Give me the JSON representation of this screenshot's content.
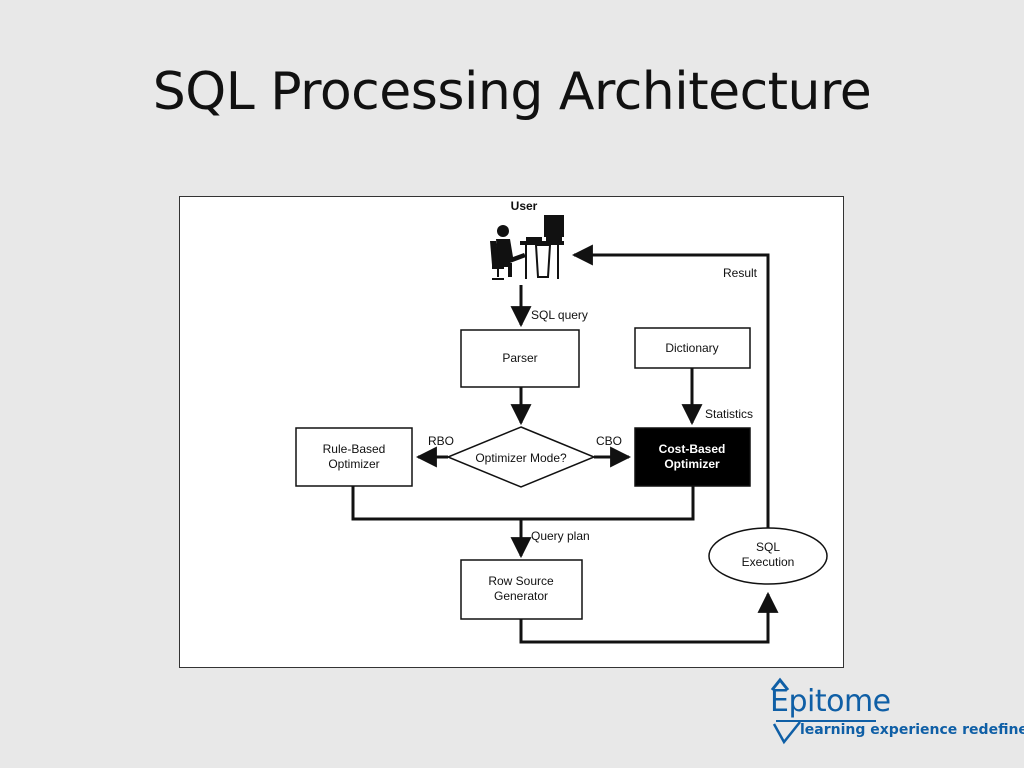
{
  "slide": {
    "title": "SQL Processing Architecture"
  },
  "diagram": {
    "nodes": {
      "user": "User",
      "parser": "Parser",
      "dictionary": "Dictionary",
      "rule_based_line1": "Rule-Based",
      "rule_based_line2": "Optimizer",
      "optimizer_mode": "Optimizer Mode?",
      "cost_based_line1": "Cost-Based",
      "cost_based_line2": "Optimizer",
      "row_source_line1": "Row Source",
      "row_source_line2": "Generator",
      "sql_execution_line1": "SQL",
      "sql_execution_line2": "Execution"
    },
    "edges": {
      "sql_query": "SQL query",
      "result": "Result",
      "statistics": "Statistics",
      "rbo": "RBO",
      "cbo": "CBO",
      "query_plan": "Query plan"
    }
  },
  "logo": {
    "name": "Epitome",
    "tagline": "learning experience redefined..."
  },
  "colors": {
    "background": "#e8e8e8",
    "logo_blue": "#0f5fa6",
    "cost_based_fill": "#000000"
  }
}
